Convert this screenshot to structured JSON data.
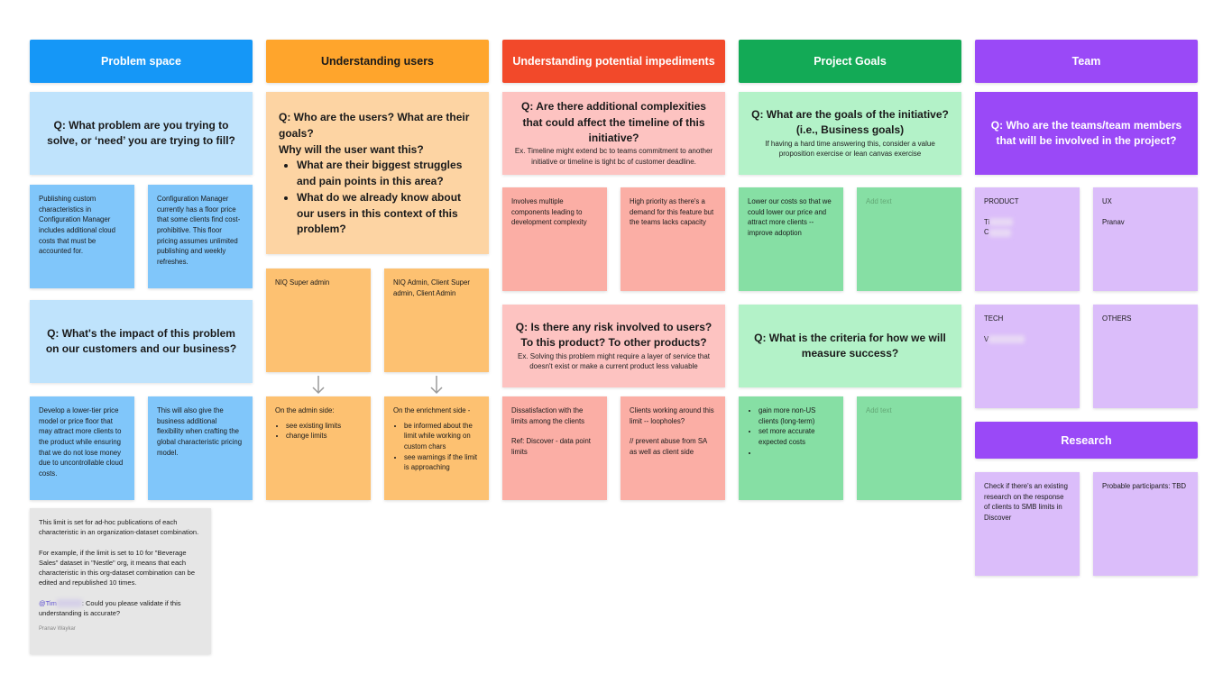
{
  "headers": {
    "problem_space": "Problem space",
    "understanding_users": "Understanding users",
    "impediments": "Understanding potential impediments",
    "project_goals": "Project Goals",
    "team": "Team",
    "research": "Research"
  },
  "problem_space": {
    "q1": "Q: What problem are you trying to solve, or ‘need’ you are trying to fill?",
    "note1": "Publishing custom characteristics in Configuration Manager includes additional cloud costs that must be accounted for.",
    "note2": "Configuration Manager currently has a floor price that some clients find cost-prohibitive. This floor pricing assumes unlimited publishing and weekly refreshes.",
    "q2": "Q: What's the impact of this problem on our customers and our business?",
    "note3": "Develop a lower-tier price model or price floor that may attract more clients to the product while ensuring that we do not lose money due to uncontrollable cloud costs.",
    "note4": "This will also give the business additional flexibility when crafting the global characteristic pricing model.",
    "comment": {
      "p1": "This limit is set for ad-hoc publications of each characteristic in an organization-dataset combination.",
      "p2": "For example, if the limit is set to 10 for \"Beverage Sales\" dataset in \"Nestle\" org, it means that each characteristic in this org-dataset combination can be edited and republished 10 times.",
      "mention": "@Tim",
      "p3": ": Could you please validate if this understanding is accurate?",
      "author": "Pranav Waykar"
    }
  },
  "users": {
    "q_line1": "Q: Who are the users? What are their goals?",
    "q_line2": "Why will the user want this?",
    "bullets": [
      "What are their biggest struggles and pain points in this area?",
      "What do we already know about our users in this context of this problem?"
    ],
    "note1": "NIQ Super admin",
    "note2": "NIQ Admin, Client Super admin, Client Admin",
    "note3_title": "On the admin side:",
    "note3_items": [
      "see existing limits",
      "change limits"
    ],
    "note4_title": "On the enrichment side -",
    "note4_items": [
      "be informed about the limit while working on custom chars",
      "see warnings if the limit is approaching"
    ]
  },
  "impediments": {
    "q1": "Q: Are there additional complexities that could affect the timeline of this initiative?",
    "q1_sub": "Ex. Timeline might extend bc to teams commitment to another initiative or timeline is tight bc of customer deadline.",
    "note1": "Involves multiple components leading to development complexity",
    "note2": "High priority as there's a demand for this feature but the teams lacks capacity",
    "q2": "Q: Is there any risk involved to users? To this product? To other products?",
    "q2_sub": "Ex. Solving this problem might require a layer of service that doesn't exist or make a current product less valuable",
    "note3_a": "Dissatisfaction with the limits among the clients",
    "note3_b": "Ref: Discover - data point limits",
    "note4_a": "Clients working around this limit -- loopholes?",
    "note4_b": "// prevent abuse from SA as well as client side"
  },
  "goals": {
    "q1": "Q: What are the goals of the initiative? (i.e., Business goals)",
    "q1_sub": "If having a hard time answering this, consider a value proposition exercise or lean canvas exercise",
    "note1": "Lower our costs so that we could lower our price and attract more clients -- improve adoption",
    "add_text": "Add text",
    "q2": "Q: What is the criteria for how we will measure success?",
    "note3_items": [
      "gain more non-US clients (long-term)",
      "set more accurate expected costs",
      ""
    ]
  },
  "team": {
    "q1": "Q: Who are the teams/team members that will be involved in the project?",
    "product_label": "PRODUCT",
    "product_name1": "Ti",
    "product_name2": "C",
    "ux_label": "UX",
    "ux_name": "Pranav",
    "tech_label": "TECH",
    "tech_name": "V",
    "others_label": "OTHERS"
  },
  "research": {
    "note1": "Check if there's an existing research on the response of clients to SMB limits in Discover",
    "note2": "Probable participants: TBD"
  },
  "colors": {
    "blue_header": "#1597f7",
    "blue_q": "#bfe3fc",
    "blue_note": "#80c6fa",
    "orange_header": "#ffa52c",
    "orange_q": "#fdd4a3",
    "orange_note": "#fdc171",
    "red_header": "#f2492a",
    "red_q": "#fdc3c1",
    "red_note": "#fbaea5",
    "green_header": "#13aa56",
    "green_q": "#b3f2c8",
    "green_note": "#86dfa4",
    "purple_header": "#9a49f7",
    "purple_note": "#dbbdfa",
    "grey_comment": "#e6e6e6"
  }
}
